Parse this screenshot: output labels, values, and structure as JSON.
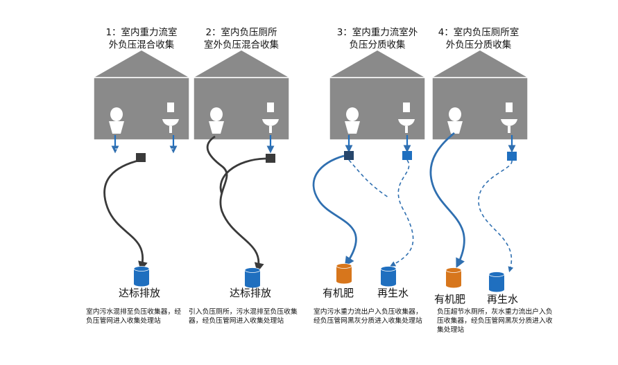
{
  "colors": {
    "house_wall": "#8a8a8a",
    "house_roof": "#8a8a8a",
    "house_outline": "#ffffff",
    "mixed_pipe": "#3a3a3a",
    "blackwater_pipe": "#2f6fb0",
    "graywater_pipe": "#2f6fb0",
    "organic_tank": "#d7761c",
    "water_tank": "#1f6fbf",
    "drop_arrow": "#1f6fbf",
    "fixture": "#ffffff"
  },
  "panels": [
    {
      "title_line1": "1：室内重力流室",
      "title_line2": "外负压混合收集",
      "outputs": [
        {
          "label": "达标排放",
          "tank": "water-tank"
        }
      ],
      "description": "室内污水混排至负压收集器，经负压管网进入收集处理站"
    },
    {
      "title_line1": "2：室内负压厕所",
      "title_line2": "室外负压混合收集",
      "outputs": [
        {
          "label": "达标排放",
          "tank": "water-tank"
        }
      ],
      "description": "引入负压厕所，污水混排至负压收集器，经负压管网进入收集处理站"
    },
    {
      "title_line1": "3：室内重力流室外",
      "title_line2": "负压分质收集",
      "outputs": [
        {
          "label": "有机肥",
          "tank": "organic-tank"
        },
        {
          "label": "再生水",
          "tank": "water-tank"
        }
      ],
      "description": "室内污水重力流出户入负压收集器，经负压管网黑灰分质进入收集处理站"
    },
    {
      "title_line1": "4：室内负压厕所室",
      "title_line2": "外负压分质收集",
      "outputs": [
        {
          "label": "有机肥",
          "tank": "organic-tank"
        },
        {
          "label": "再生水",
          "tank": "water-tank"
        }
      ],
      "description": "负压超节水厕所，灰水重力流出户入负压收集器，经负压管网黑灰分质进入收集处理站"
    }
  ]
}
